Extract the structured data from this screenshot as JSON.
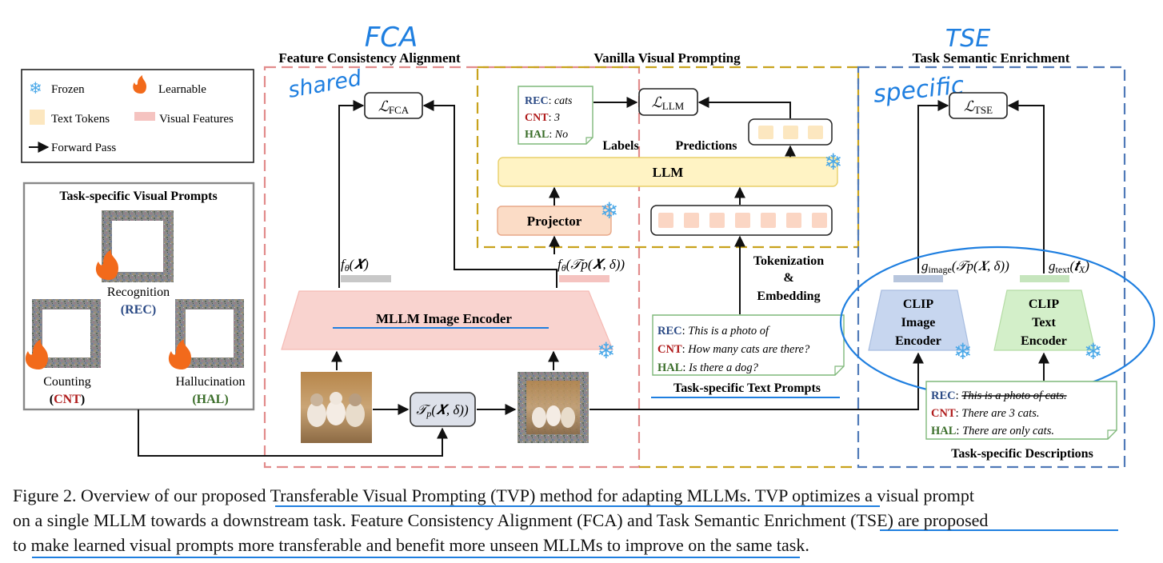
{
  "handwritten": {
    "fca": "FCA",
    "tse": "TSE",
    "shared": "shared",
    "specific": "specific"
  },
  "sections": {
    "fca_title": "Feature Consistency Alignment",
    "vvp_title": "Vanilla Visual Prompting",
    "tse_title": "Task Semantic Enrichment"
  },
  "legend": {
    "frozen": "Frozen",
    "learnable": "Learnable",
    "text_tokens": "Text Tokens",
    "visual_features": "Visual Features",
    "forward_pass": "Forward Pass"
  },
  "visual_prompts": {
    "title": "Task-specific Visual Prompts",
    "recognition": "Recognition",
    "rec_abbr": "(REC)",
    "counting": "Counting",
    "cnt_abbr_open": "(",
    "cnt_abbr": "CNT",
    "cnt_abbr_close": ")",
    "hallucination": "Hallucination",
    "hal_abbr": "(HAL)"
  },
  "losses": {
    "fca_main": "ℒ",
    "fca_sub": "FCA",
    "llm_main": "ℒ",
    "llm_sub": "LLM",
    "tse_main": "ℒ",
    "tse_sub": "TSE"
  },
  "labels_box": {
    "rec_key": "REC",
    "rec_val": "cats",
    "cnt_key": "CNT",
    "cnt_val": "3",
    "hal_key": "HAL",
    "hal_val": "No",
    "sep": ": "
  },
  "nodes": {
    "labels": "Labels",
    "predictions": "Predictions",
    "llm": "LLM",
    "projector": "Projector",
    "encoder": "MLLM Image Encoder",
    "tokenization": "Tokenization",
    "amp": "&",
    "embedding": "Embedding",
    "tp": "𝒯",
    "tp_sub": "p",
    "tp_args": "(𝑿, δ))",
    "f_theta_x": "f",
    "f_theta_sub": "θ",
    "f_theta_x_arg": "(𝑿)",
    "f_theta_tp_arg": "(𝒯p(𝑿, δ))",
    "clip_image": [
      "CLIP",
      "Image",
      "Encoder"
    ],
    "clip_text": [
      "CLIP",
      "Text",
      "Encoder"
    ],
    "g_image": "g",
    "g_image_sub": "image",
    "g_image_arg": "(𝒯p(𝑿, δ))",
    "g_text": "g",
    "g_text_sub": "text",
    "g_text_arg": "(𝒕",
    "g_text_arg_sub": "X",
    "g_text_arg_close": ")"
  },
  "text_prompts": {
    "title": "Task-specific Text Prompts",
    "rec_key": "REC",
    "rec_val": "This is a photo of",
    "cnt_key": "CNT",
    "cnt_val": "How many cats are there?",
    "hal_key": "HAL",
    "hal_val": "Is there a dog?"
  },
  "descriptions": {
    "title": "Task-specific Descriptions",
    "rec_key": "REC",
    "rec_val": "This is a photo of cats.",
    "cnt_key": "CNT",
    "cnt_val": "There are 3 cats.",
    "hal_key": "HAL",
    "hal_val": "There are only cats."
  },
  "caption": {
    "line1": "Figure 2. Overview of our proposed Transferable Visual Prompting (TVP) method for adapting MLLMs. TVP optimizes a visual prompt",
    "line2": "on a single MLLM towards a downstream task. Feature Consistency Alignment (FCA) and Task Semantic Enrichment (TSE) are proposed",
    "line3": "to make learned visual prompts more transferable and benefit more unseen MLLMs to improve on the same task."
  },
  "colors": {
    "rec": "#2b4a85",
    "cnt": "#b01c1c",
    "hal": "#3b6e2a",
    "annotation_blue": "#1f7fe0",
    "fca_border": "#e28c8c",
    "vvp_border": "#c8a21c",
    "tse_border": "#4f79b8"
  }
}
